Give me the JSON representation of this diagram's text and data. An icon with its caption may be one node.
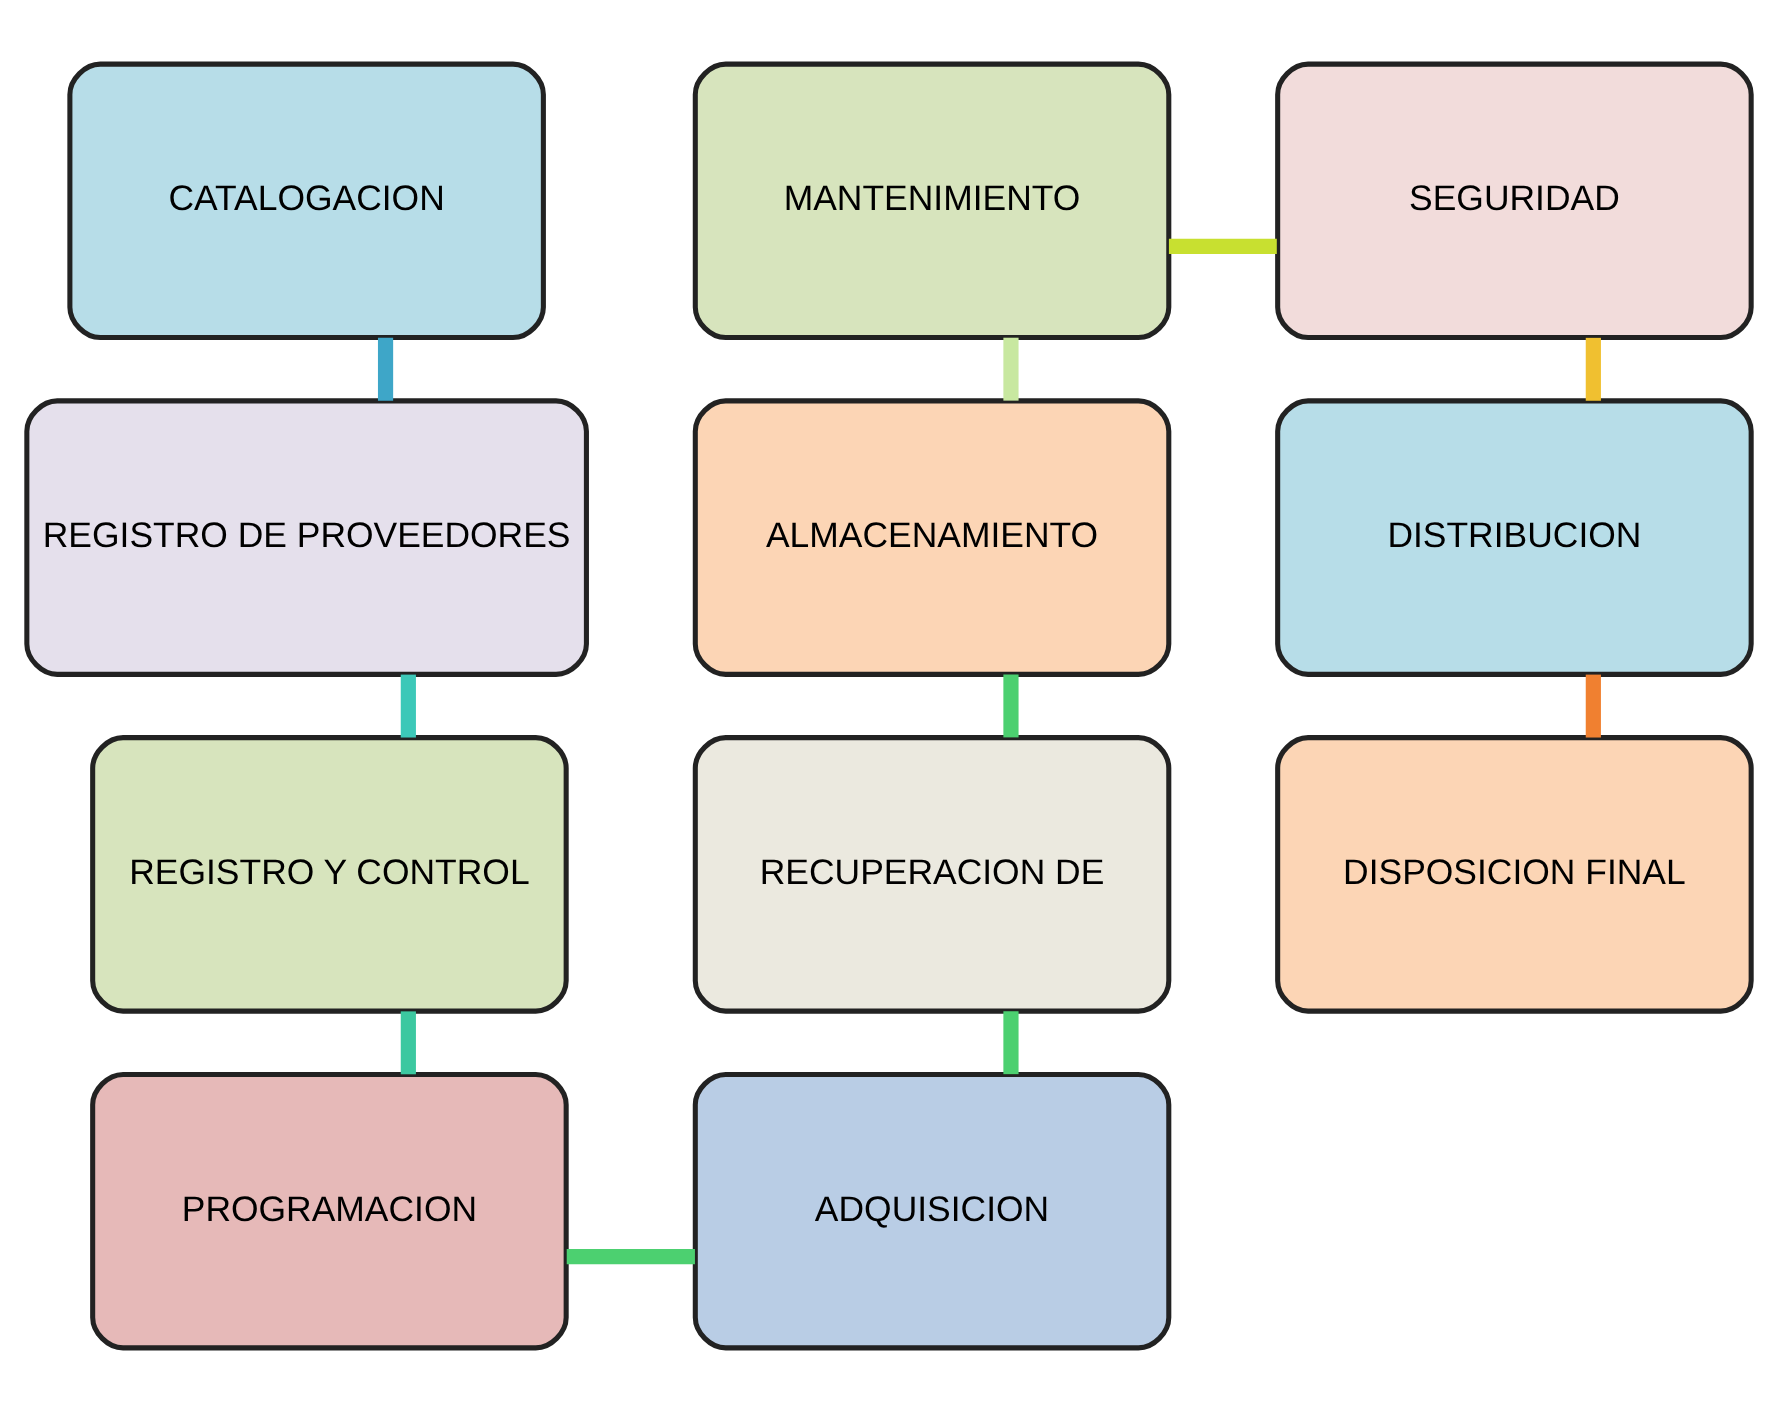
{
  "diagram": {
    "nodes": [
      {
        "text": [
          "CATALOGACION"
        ]
      },
      {
        "text": [
          "MANTENIMIENTO"
        ]
      },
      {
        "text": [
          "SEGURIDAD"
        ]
      },
      {
        "text": [
          "REGISTRO DE PROVEEDORES"
        ]
      },
      {
        "text": [
          "ALMACENAMIENTO"
        ]
      },
      {
        "text": [
          "DISTRIBUCION"
        ]
      },
      {
        "text": [
          "REGISTRO Y CONTROL"
        ]
      },
      {
        "text": [
          "RECUPERACION DE"
        ]
      },
      {
        "text": [
          "DISPOSICION FINAL"
        ]
      },
      {
        "text": [
          "PROGRAMACION"
        ]
      },
      {
        "text": [
          "ADQUISICION"
        ]
      }
    ],
    "edges": [
      {
        "from": 0,
        "to": 3,
        "arrow": "none",
        "color": "#3ea6c8"
      },
      {
        "from": 3,
        "to": 6,
        "arrow": "none",
        "color": "#3cc8b8"
      },
      {
        "from": 6,
        "to": 9,
        "arrow": "none",
        "color": "#3cc8a0"
      },
      {
        "from": 9,
        "to": 10,
        "arrow": "none"
      },
      {
        "from": 10,
        "to": 7,
        "arrow": "none"
      },
      {
        "from": 7,
        "to": 4,
        "arrow": "none"
      },
      {
        "from": 4,
        "to": 1,
        "arrow": "none",
        "color": "#c8e8a0"
      },
      {
        "from": 1,
        "to": 2,
        "arrow": "none",
        "color": "#c8e030"
      },
      {
        "from": 2,
        "to": 5,
        "arrow": "none",
        "color": "#f0c030"
      },
      {
        "from": 5,
        "to": 8,
        "arrow": "none",
        "color": "#f08030"
      }
    ]
  }
}
